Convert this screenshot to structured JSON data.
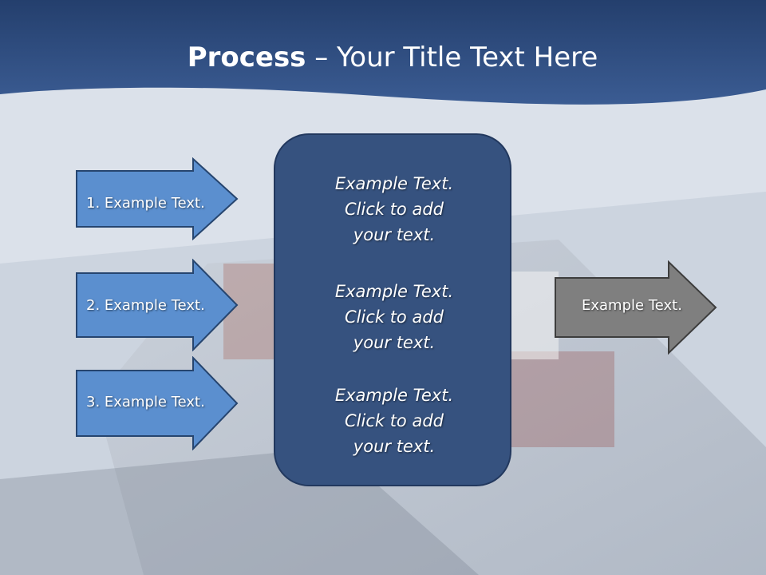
{
  "slide": {
    "title_bold": "Process",
    "title_rest": " – Your Title Text Here",
    "left_arrows": [
      {
        "label": "1. Example Text."
      },
      {
        "label": "2. Example Text."
      },
      {
        "label": "3. Example Text."
      }
    ],
    "center_blocks": [
      {
        "line1": "Example Text.",
        "line2": "Click  to add",
        "line3": "your text."
      },
      {
        "line1": "Example Text.",
        "line2": "Click  to add",
        "line3": "your text."
      },
      {
        "line1": "Example Text.",
        "line2": "Click  to add",
        "line3": "your text."
      }
    ],
    "right_arrow": {
      "label": "Example Text."
    }
  },
  "colors": {
    "header": "#2f4f86",
    "left_arrow_fill": "#5b8fcf",
    "left_arrow_border": "#26456f",
    "center_box": "#36527f",
    "right_arrow_fill": "#7f7f7f",
    "right_arrow_border": "#3d3d3d"
  }
}
